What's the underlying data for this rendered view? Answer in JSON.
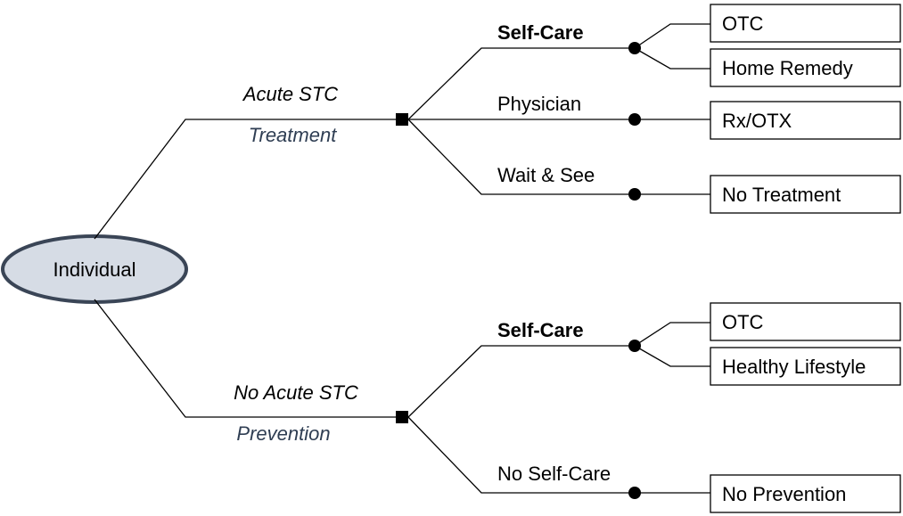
{
  "root": {
    "label": "Individual"
  },
  "branches": [
    {
      "condition": "Acute STC",
      "purpose": "Treatment",
      "options": [
        {
          "label": "Self-Care",
          "bold": true,
          "outcomes": [
            "OTC",
            "Home Remedy"
          ]
        },
        {
          "label": "Physician",
          "bold": false,
          "outcomes": [
            "Rx/OTX"
          ]
        },
        {
          "label": "Wait & See",
          "bold": false,
          "outcomes": [
            "No Treatment"
          ]
        }
      ]
    },
    {
      "condition": "No Acute STC",
      "purpose": "Prevention",
      "options": [
        {
          "label": "Self-Care",
          "bold": true,
          "outcomes": [
            "OTC",
            "Healthy Lifestyle"
          ]
        },
        {
          "label": "No Self-Care",
          "bold": false,
          "outcomes": [
            "No Prevention"
          ]
        }
      ]
    }
  ]
}
